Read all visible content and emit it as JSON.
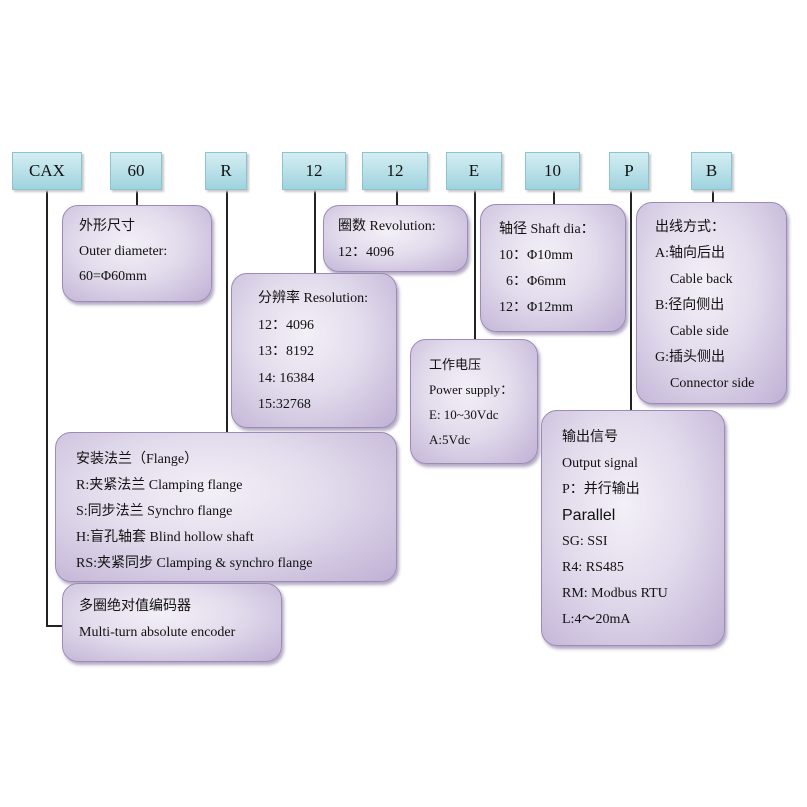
{
  "codes": [
    "CAX",
    "60",
    "R",
    "12",
    "12",
    "E",
    "10",
    "P",
    "B"
  ],
  "outer": {
    "title": "外形尺寸",
    "l1": "Outer diameter:",
    "l2": "60=Φ60mm"
  },
  "revolution": {
    "title": "圈数 Revolution:",
    "l1": "12：4096"
  },
  "resolution": {
    "title": "分辨率 Resolution:",
    "items": [
      "12：4096",
      "13：8192",
      "14: 16384",
      "15:32768"
    ]
  },
  "shaft": {
    "title": "轴径 Shaft dia：",
    "items": [
      "10：Φ10mm",
      "6：Φ6mm",
      "12：Φ12mm"
    ]
  },
  "outlet": {
    "title": "出线方式：",
    "items": [
      "A:轴向后出",
      "Cable back",
      "B:径向侧出",
      "Cable side",
      "G:插头侧出",
      "Connector side"
    ]
  },
  "power": {
    "title": "工作电压",
    "l1": "Power supply：",
    "l2": "E: 10~30Vdc",
    "l3": "A:5Vdc"
  },
  "flange": {
    "title": "安装法兰（Flange）",
    "items": [
      "R:夹紧法兰 Clamping flange",
      "S:同步法兰 Synchro flange",
      "H:盲孔轴套 Blind hollow shaft",
      "RS:夹紧同步 Clamping & synchro flange"
    ]
  },
  "output": {
    "title": "输出信号",
    "l1": "Output signal",
    "l2": "P：并行输出",
    "l3": "Parallel",
    "items": [
      "SG: SSI",
      "R4: RS485",
      "RM: Modbus RTU",
      "L:4～20mA"
    ]
  },
  "multi": {
    "l1": "多圈绝对值编码器",
    "l2": "Multi-turn absolute encoder"
  }
}
